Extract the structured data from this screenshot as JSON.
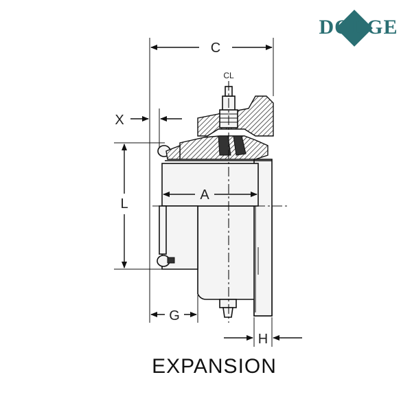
{
  "brand": {
    "name": "DODGE",
    "color": "#2a6f73"
  },
  "caption": "EXPANSION",
  "dimensions": {
    "C": "C",
    "X": "X",
    "L": "L",
    "A": "A",
    "G": "G",
    "H": "H",
    "centerline": "CL"
  }
}
